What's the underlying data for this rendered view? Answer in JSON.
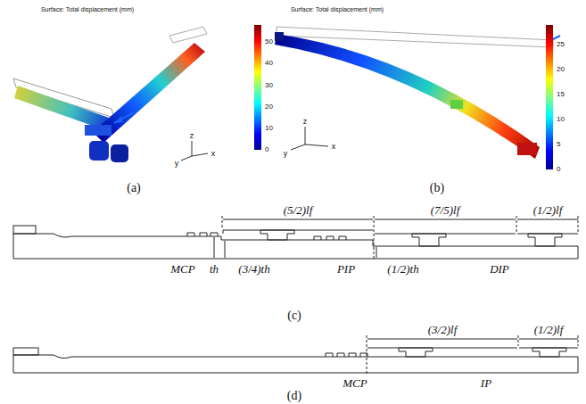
{
  "diagram": {
    "labels": [
      "Surface: Total displacement (mm)",
      "Surface: Total displacement (mm)",
      "50",
      "40",
      "30",
      "20",
      "10",
      "0",
      "25",
      "20",
      "15",
      "10",
      "5",
      "0",
      "z",
      "y",
      "x",
      "z",
      "y",
      "x",
      "(a)",
      "(b)",
      "(5/2)lf",
      "(7/5)lf",
      "(1/2)lf",
      "th",
      "MCP",
      "(3/4)th",
      "PIP",
      "(1/2)th",
      "DIP",
      "(c)",
      "(3/2)lf",
      "(1/2)lf",
      "MCP",
      "IP",
      "(d)"
    ]
  }
}
